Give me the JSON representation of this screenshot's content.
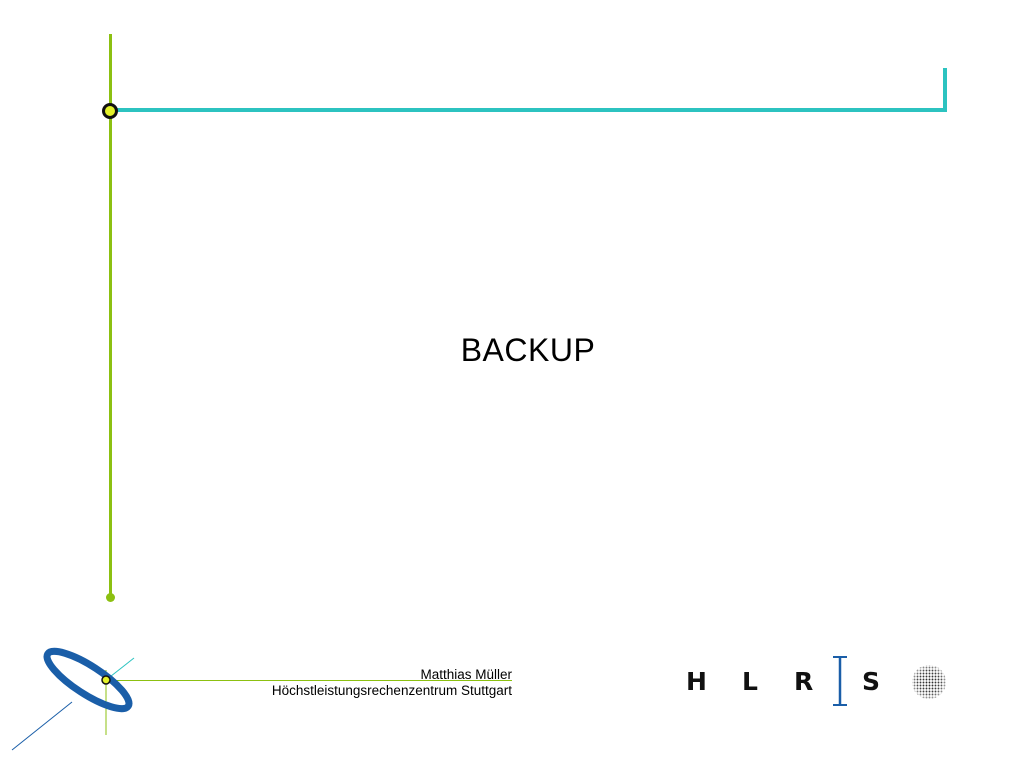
{
  "slide": {
    "title": "BACKUP"
  },
  "footer": {
    "author": "Matthias Müller",
    "institution": "Höchstleistungsrechenzentrum Stuttgart"
  },
  "logo": {
    "letters": [
      "H",
      "L",
      "R",
      "S"
    ]
  },
  "colors": {
    "frame_green": "#8cc011",
    "frame_teal": "#2cc3c0",
    "logo_blue": "#1a5ea8",
    "dot_yellow": "#e4f22a"
  },
  "icons": {
    "left_logo": "orbit-ellipse-logo",
    "right_logo": "dotted-globe-logo"
  }
}
